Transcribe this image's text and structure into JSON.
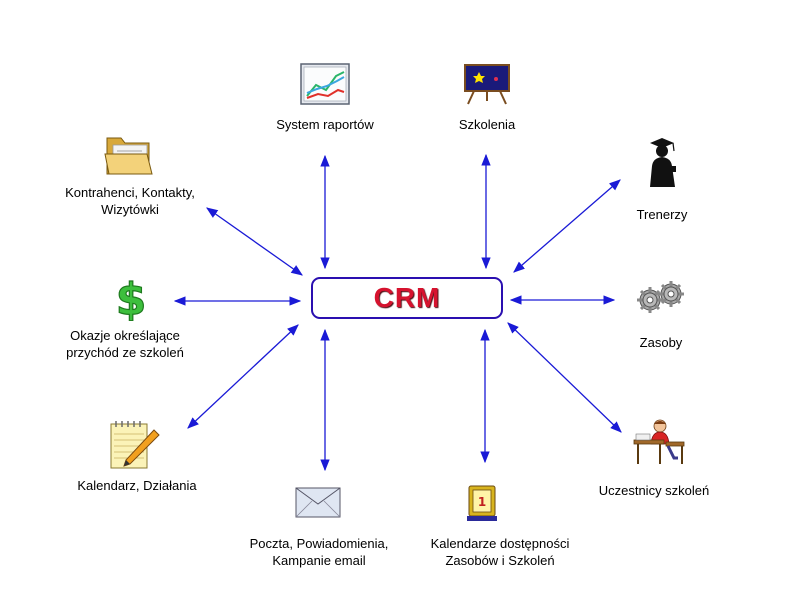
{
  "center": {
    "label": "CRM",
    "color": "#d6122e",
    "border_color": "#2a0fb0"
  },
  "arrow_color": "#1a1ad6",
  "nodes": {
    "raporty": {
      "label": "System raportów",
      "icon": "chart-icon"
    },
    "szkolenia": {
      "label": "Szkolenia",
      "icon": "easel-board-icon"
    },
    "kontrahenci": {
      "label": "Kontrahenci, Kontakty,\nWizytówki",
      "icon": "folder-icon"
    },
    "trenerzy": {
      "label": "Trenerzy",
      "icon": "graduate-icon"
    },
    "okazje": {
      "label": "Okazje określające\nprzychód ze szkoleń",
      "icon": "dollar-icon"
    },
    "zasoby": {
      "label": "Zasoby",
      "icon": "gears-icon"
    },
    "kalendarz": {
      "label": "Kalendarz, Działania",
      "icon": "notepad-pencil-icon"
    },
    "uczestnicy": {
      "label": "Uczestnicy szkoleń",
      "icon": "student-desk-icon"
    },
    "poczta": {
      "label": "Poczta, Powiadomienia,\nKampanie email",
      "icon": "envelope-icon"
    },
    "kalendarze_dost": {
      "label": "Kalendarze dostępności\nZasobów i Szkoleń",
      "icon": "desk-calendar-icon"
    }
  }
}
